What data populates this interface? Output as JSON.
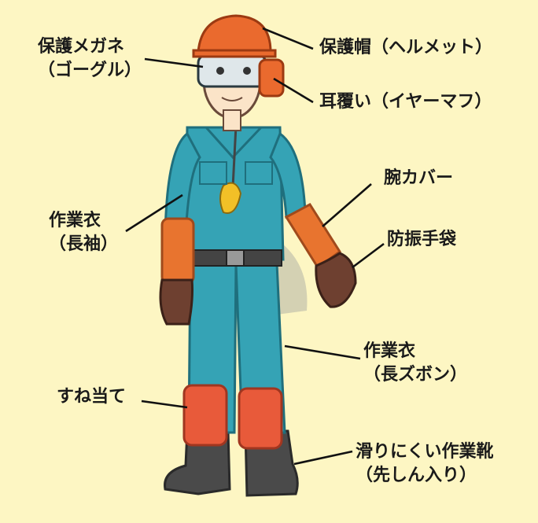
{
  "colors": {
    "background": "#fdf6c3",
    "helmet": "#ea6a2e",
    "coverall": "#35a3b5",
    "arm_cover": "#e8742f",
    "gloves": "#6e4030",
    "shin_guard": "#e85a3a",
    "boots": "#4a4a4a",
    "skin": "#fbe4c8"
  },
  "labels": {
    "goggles": {
      "line1": "保護メガネ",
      "line2": "（ゴーグル）"
    },
    "helmet": {
      "line1": "保護帽（ヘルメット）"
    },
    "earmuffs": {
      "line1": "耳覆い（イヤーマフ）"
    },
    "arm_cover": {
      "line1": "腕カバー"
    },
    "work_clothes_top": {
      "line1": "作業衣",
      "line2": "（長袖）"
    },
    "gloves": {
      "line1": "防振手袋"
    },
    "work_clothes_bottom": {
      "line1": "作業衣",
      "line2": "（長ズボン）"
    },
    "shin_guard": {
      "line1": "すね当て"
    },
    "boots": {
      "line1": "滑りにくい作業靴",
      "line2": "（先しん入り）"
    }
  }
}
